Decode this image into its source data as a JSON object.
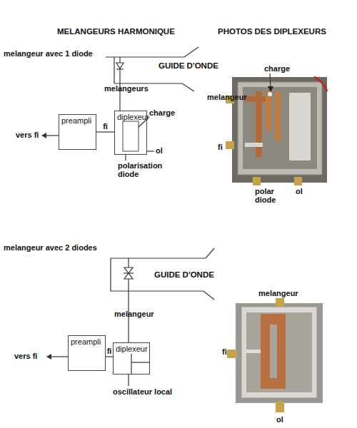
{
  "diagram": {
    "title": "MELANGEURS HARMONIQUE",
    "nodes": [
      {
        "text": [
          "preampli"
        ]
      },
      {
        "text": [
          "diplexeur"
        ]
      },
      {
        "text": [
          "preampli"
        ]
      },
      {
        "text": [
          "diplexeur"
        ]
      }
    ],
    "edges": [
      {
        "from": 1,
        "to": 0,
        "arrow": "none",
        "label": "fi"
      },
      {
        "from": 3,
        "to": 2,
        "arrow": "none",
        "label": "fi"
      }
    ],
    "labels": [
      "PHOTOS DES DIPLEXEURS",
      "melangeur avec 1 diode",
      "GUIDE D'ONDE",
      "melangeurs",
      "vers fi",
      "charge",
      "ol",
      "polarisation diode",
      "charge",
      "melangeur",
      "fi",
      "polar diode",
      "ol",
      "melangeur avec 2 diodes",
      "GUIDE D'ONDE",
      "melangeur",
      "vers fi",
      "oscillateur local",
      "melangeur",
      "fi",
      "ol"
    ]
  }
}
